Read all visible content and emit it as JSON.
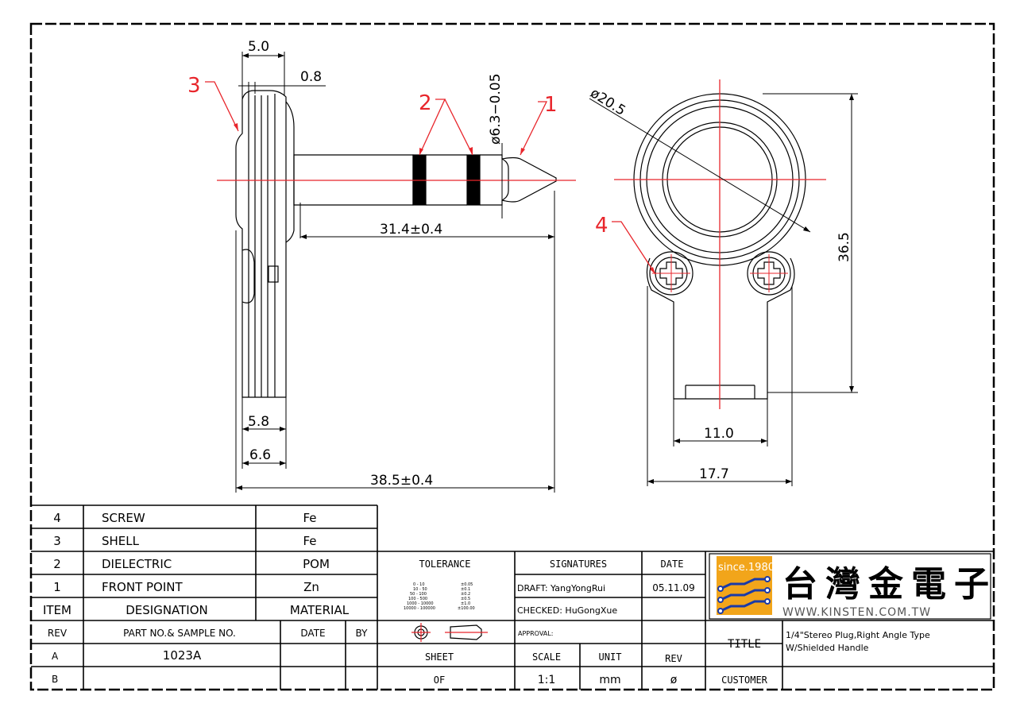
{
  "drawing": {
    "callouts": {
      "c1": "1",
      "c2": "2",
      "c3": "3",
      "c4": "4"
    },
    "dims": {
      "d_5_0": "5.0",
      "d_0_8": "0.8",
      "d_phi63": "ø6.3−0.05",
      "d_phi205": "ø20.5",
      "d_31_4": "31.4±0.4",
      "d_36_5": "36.5",
      "d_5_8": "5.8",
      "d_6_6": "6.6",
      "d_38_5": "38.5±0.4",
      "d_11_0": "11.0",
      "d_17_7": "17.7"
    }
  },
  "bom": {
    "rows": [
      {
        "item": "4",
        "designation": "SCREW",
        "material": "Fe"
      },
      {
        "item": "3",
        "designation": "SHELL",
        "material": "Fe"
      },
      {
        "item": "2",
        "designation": "DIELECTRIC",
        "material": "POM"
      },
      {
        "item": "1",
        "designation": "FRONT POINT",
        "material": "Zn"
      }
    ],
    "header": {
      "item": "ITEM",
      "designation": "DESIGNATION",
      "material": "MATERIAL"
    }
  },
  "rev": {
    "header": {
      "rev": "REV",
      "part": "PART NO.& SAMPLE NO.",
      "date": "DATE",
      "by": "BY"
    },
    "rows": [
      {
        "rev": "A",
        "part": "1023A"
      },
      {
        "rev": "B",
        "part": ""
      }
    ]
  },
  "tolerance": {
    "label": "TOLERANCE",
    "ranges": [
      "0 - 10",
      "10 - 50",
      "50 - 100",
      "100 - 500",
      "1000 - 10000",
      "10000 - 100000"
    ],
    "values": [
      "±0.05",
      "±0.1",
      "±0.2",
      "±0.5",
      "±1.0",
      "±100.00"
    ]
  },
  "signatures": {
    "label": "SIGNATURES",
    "draft": "DRAFT: YangYongRui",
    "checked": "CHECKED: HuGongXue",
    "approval": "APPROVAL:"
  },
  "date": {
    "label": "DATE",
    "value": "05.11.09"
  },
  "company": {
    "since": "since.1980",
    "name": "台灣金電子",
    "url": "WWW.KINSTEN.COM.TW",
    "logo_color": "#f2a51a"
  },
  "sheet": {
    "label": "SHEET",
    "value": "OF"
  },
  "scale": {
    "label": "SCALE",
    "value": "1:1"
  },
  "unit": {
    "label": "UNIT",
    "value": "mm"
  },
  "revision": {
    "label": "REV",
    "value": "ø"
  },
  "title": {
    "label": "TITLE",
    "value": "1/4\"Stereo Plug,Right Angle Type W/Shielded Handle"
  },
  "customer": {
    "label": "CUSTOMER",
    "value": ""
  },
  "colors": {
    "centerline": "#e8252b",
    "callout": "#e8252b",
    "line": "#000000"
  }
}
